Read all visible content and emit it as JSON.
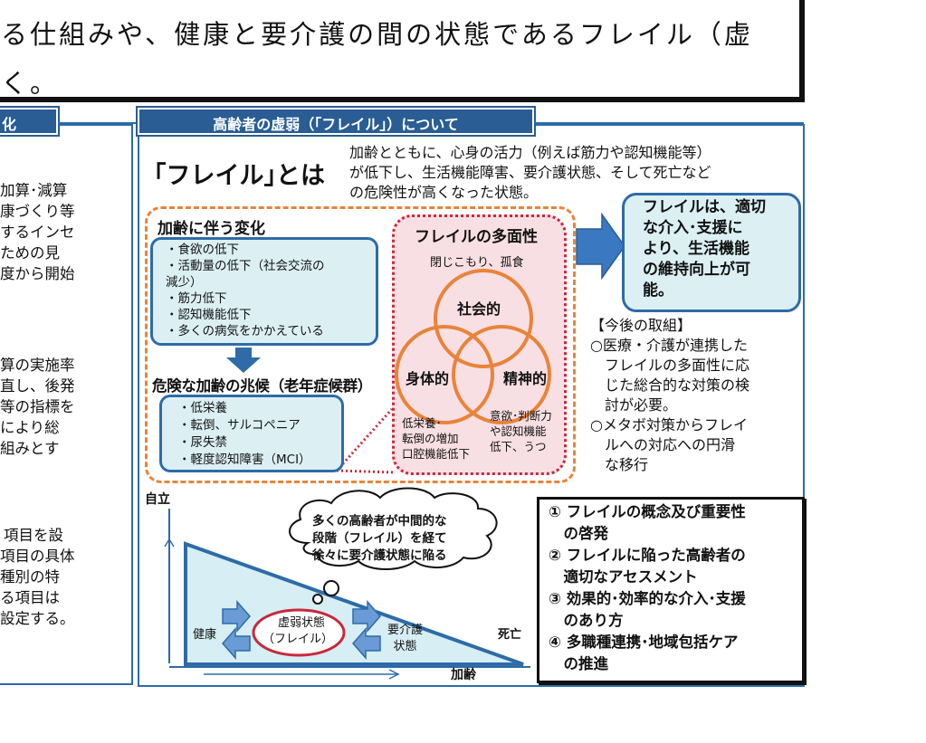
{
  "header": {
    "line1": "る仕組みや、健康と要介護の間の状態であるフレイル（虚",
    "line2": "く。"
  },
  "left_panel": {
    "tab_label": "化",
    "lines": [
      "加算･減算",
      "康づくり等",
      "するインセ",
      "ための見",
      "度から開始",
      "算の実施率",
      "直し、後発",
      "等の指標を",
      "により総",
      "組みとす",
      "項目を設",
      "項目の具体",
      "種別の特",
      "る項目は",
      "設定する。"
    ]
  },
  "main_panel": {
    "tab_label": "高齢者の虚弱（｢フレイル｣）について",
    "frailty_title": "｢フレイル｣とは",
    "definition_lines": [
      "加齢とともに、心身の活力（例えば筋力や認知機能等）",
      "が低下し、生活機能障害、要介護状態、そして死亡など",
      "の危険性が高くなった状態。"
    ],
    "aging_changes": {
      "title": "加齢に伴う変化",
      "items": [
        "・食欲の低下",
        "・活動量の低下（社会交流の",
        "減少）",
        "・筋力低下",
        "・認知機能低下",
        "・多くの病気をかかえている"
      ]
    },
    "danger_signs": {
      "title": "危険な加齢の兆候（老年症候群）",
      "items": [
        "・低栄養",
        "・転倒、サルコペニア",
        "・尿失禁",
        "・軽度認知障害（MCI）"
      ]
    },
    "multifaceted": {
      "title": "フレイルの多面性",
      "social_note": "閉じこもり、孤食",
      "social": "社会的",
      "physical": "身体的",
      "mental": "精神的",
      "physical_note": [
        "低栄養･",
        "転倒の増加",
        "口腔機能低下"
      ],
      "mental_note": [
        "意欲･判断力",
        "や認知機能",
        "低下、うつ"
      ]
    },
    "callout": [
      "フレイルは、適切",
      "な介入･支援に",
      "より、生活機能",
      "の維持向上が可",
      "能。"
    ],
    "future": [
      "【今後の取組】",
      "○医療・介護が連携した",
      "　フレイルの多面性に応",
      "　じた総合的な対策の検",
      "　討が必要。",
      "○メタボ対策からフレイ",
      "　ルへの対応への円滑",
      "　な移行"
    ],
    "diagram": {
      "axis_y": "自立",
      "axis_x": "加齢",
      "cloud": [
        "多くの高齢者が中間的な",
        "段階（フレイル）を経て",
        "徐々に要介護状態に陥る"
      ],
      "health": "健康",
      "frail": [
        "虚弱状態",
        "（フレイル）"
      ],
      "care": [
        "要介護",
        "状態"
      ],
      "death": "死亡"
    },
    "measures": [
      "① フレイルの概念及び重要性",
      "　の啓発",
      "② フレイルに陥った高齢者の",
      "　適切なアセスメント",
      "③ 効果的･効率的な介入･支援",
      "　のあり方",
      "④ 多職種連携･地域包括ケア",
      "　の推進"
    ]
  },
  "colors": {
    "panel_blue": "#2a5d93",
    "light_blue": "#dcf0f4",
    "orange": "#e8843a",
    "pink": "#f8dfe4",
    "red": "#c8283c"
  }
}
